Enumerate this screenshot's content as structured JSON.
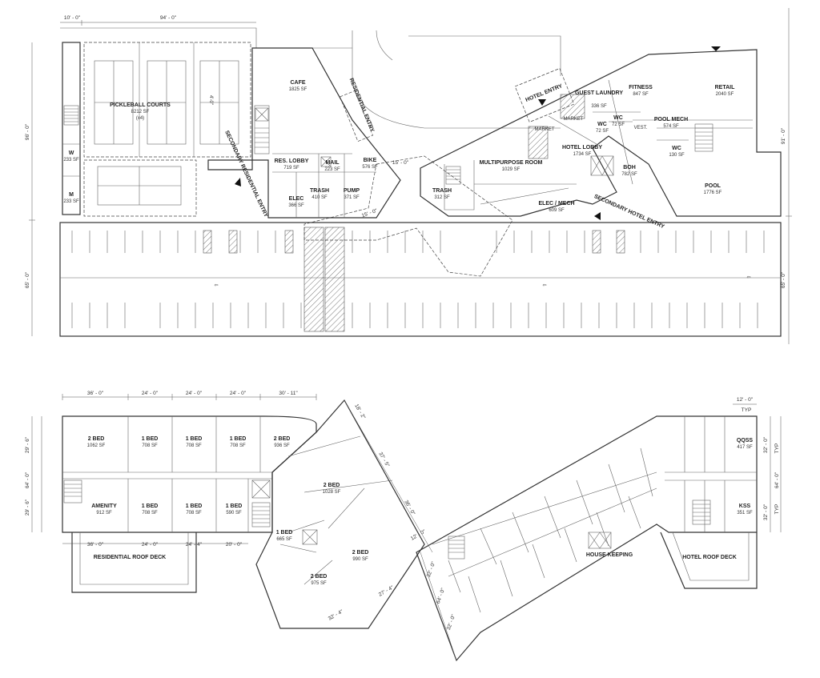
{
  "ground_floor": {
    "rooms": [
      {
        "id": "cafe",
        "name": "CAFE",
        "area": "1825 SF"
      },
      {
        "id": "pickleball",
        "name": "PICKLEBALL COURTS",
        "area": "8212 SF",
        "note": "(x4)"
      },
      {
        "id": "res-lobby",
        "name": "RES. LOBBY",
        "area": "719 SF"
      },
      {
        "id": "mail",
        "name": "MAIL",
        "area": "223 SF"
      },
      {
        "id": "bike",
        "name": "BIKE",
        "area": "576 SF"
      },
      {
        "id": "trash1",
        "name": "TRASH",
        "area": "410 SF"
      },
      {
        "id": "pump",
        "name": "PUMP",
        "area": "371 SF"
      },
      {
        "id": "elec1",
        "name": "ELEC",
        "area": "366 SF"
      },
      {
        "id": "wc-w",
        "name": "W",
        "area": "233 SF"
      },
      {
        "id": "wc-m",
        "name": "M",
        "area": "233 SF"
      },
      {
        "id": "multipurpose",
        "name": "MULTIPURPOSE ROOM",
        "area": "1029 SF"
      },
      {
        "id": "trash2",
        "name": "TRASH",
        "area": "312 SF"
      },
      {
        "id": "elec-mech",
        "name": "ELEC / MECH",
        "area": "609 SF"
      },
      {
        "id": "hotel-lobby",
        "name": "HOTEL LOBBY",
        "area": "1734 SF"
      },
      {
        "id": "guest-laundry",
        "name": "GUEST LAUNDRY",
        "area": "336 SF"
      },
      {
        "id": "fitness",
        "name": "FITNESS",
        "area": "847 SF"
      },
      {
        "id": "retail",
        "name": "RETAIL",
        "area": "2040 SF"
      },
      {
        "id": "wc1",
        "name": "WC",
        "area": "72 SF"
      },
      {
        "id": "wc2",
        "name": "WC",
        "area": "72 SF"
      },
      {
        "id": "pool-mech",
        "name": "POOL MECH",
        "area": "574 SF"
      },
      {
        "id": "wc3",
        "name": "WC",
        "area": "130 SF"
      },
      {
        "id": "boh",
        "name": "BOH",
        "area": "782 SF"
      },
      {
        "id": "pool",
        "name": "POOL",
        "area": "1776 SF"
      }
    ],
    "labels": {
      "market": "MARKET",
      "vest": "VEST.",
      "residential_entry": "RESIDENTIAL ENTRY",
      "hotel_entry": "HOTEL ENTRY",
      "secondary_res_entry": "SECONDARY RESIDENTIAL ENTRY",
      "secondary_hotel_entry": "SECONDARY HOTEL ENTRY"
    },
    "dimensions": {
      "d10": "10' - 0\"",
      "d94": "94' - 0\"",
      "d96": "96' - 0\"",
      "d65a": "65' - 0\"",
      "d91": "91' - 0\"",
      "d65b": "65' - 0\"",
      "d15a": "15' - 0\"",
      "d15b": "15' - 0\""
    }
  },
  "upper_floor": {
    "units": [
      {
        "id": "u1",
        "name": "2 BED",
        "area": "1062 SF"
      },
      {
        "id": "u2",
        "name": "1 BED",
        "area": "708 SF"
      },
      {
        "id": "u3",
        "name": "1 BED",
        "area": "708 SF"
      },
      {
        "id": "u4",
        "name": "1 BED",
        "area": "708 SF"
      },
      {
        "id": "u5",
        "name": "2 BED",
        "area": "936 SF"
      },
      {
        "id": "u6",
        "name": "AMENITY",
        "area": "912 SF"
      },
      {
        "id": "u7",
        "name": "1 BED",
        "area": "708 SF"
      },
      {
        "id": "u8",
        "name": "1 BED",
        "area": "708 SF"
      },
      {
        "id": "u9",
        "name": "1 BED",
        "area": "590 SF"
      },
      {
        "id": "u10",
        "name": "2 BED",
        "area": "1028 SF"
      },
      {
        "id": "u11",
        "name": "1 BED",
        "area": "665 SF"
      },
      {
        "id": "u12",
        "name": "2 BED",
        "area": "990 SF"
      },
      {
        "id": "u13",
        "name": "2 BED",
        "area": "975 SF"
      },
      {
        "id": "u14",
        "name": "QQSS",
        "area": "417 SF"
      },
      {
        "id": "u15",
        "name": "KSS",
        "area": "351 SF"
      }
    ],
    "labels": {
      "res_roof_deck": "RESIDENTIAL ROOF DECK",
      "hotel_roof_deck": "HOTEL ROOF DECK",
      "house_keeping": "HOUSE KEEPING",
      "typ1": "TYP",
      "typ2": "TYP",
      "typ3": "TYP"
    },
    "dimensions": {
      "t36a": "36' - 0\"",
      "t24a": "24' - 0\"",
      "t24b": "24' - 0\"",
      "t24c": "24' - 0\"",
      "t30": "30' - 11\"",
      "b36": "36' - 0\"",
      "b24a": "24' - 0\"",
      "b24b": "24' - 4\"",
      "b20": "20' - 0\"",
      "l29a": "29' - 6\"",
      "l64": "64' - 0\"",
      "l29b": "29' - 6\"",
      "a18": "18' - 2\"",
      "a37": "37' - 5\"",
      "a36": "36' - 0\"",
      "a12": "12' - 0\"",
      "a27": "27' - 4\"",
      "a32": "32' - 4\"",
      "m32a": "32' - 0\"",
      "m64": "64' - 0\"",
      "m32b": "32' - 0\"",
      "r12": "12' - 0\"",
      "r32a": "32' - 0\"",
      "r64": "64' - 0\"",
      "r32b": "32' - 0\""
    }
  }
}
